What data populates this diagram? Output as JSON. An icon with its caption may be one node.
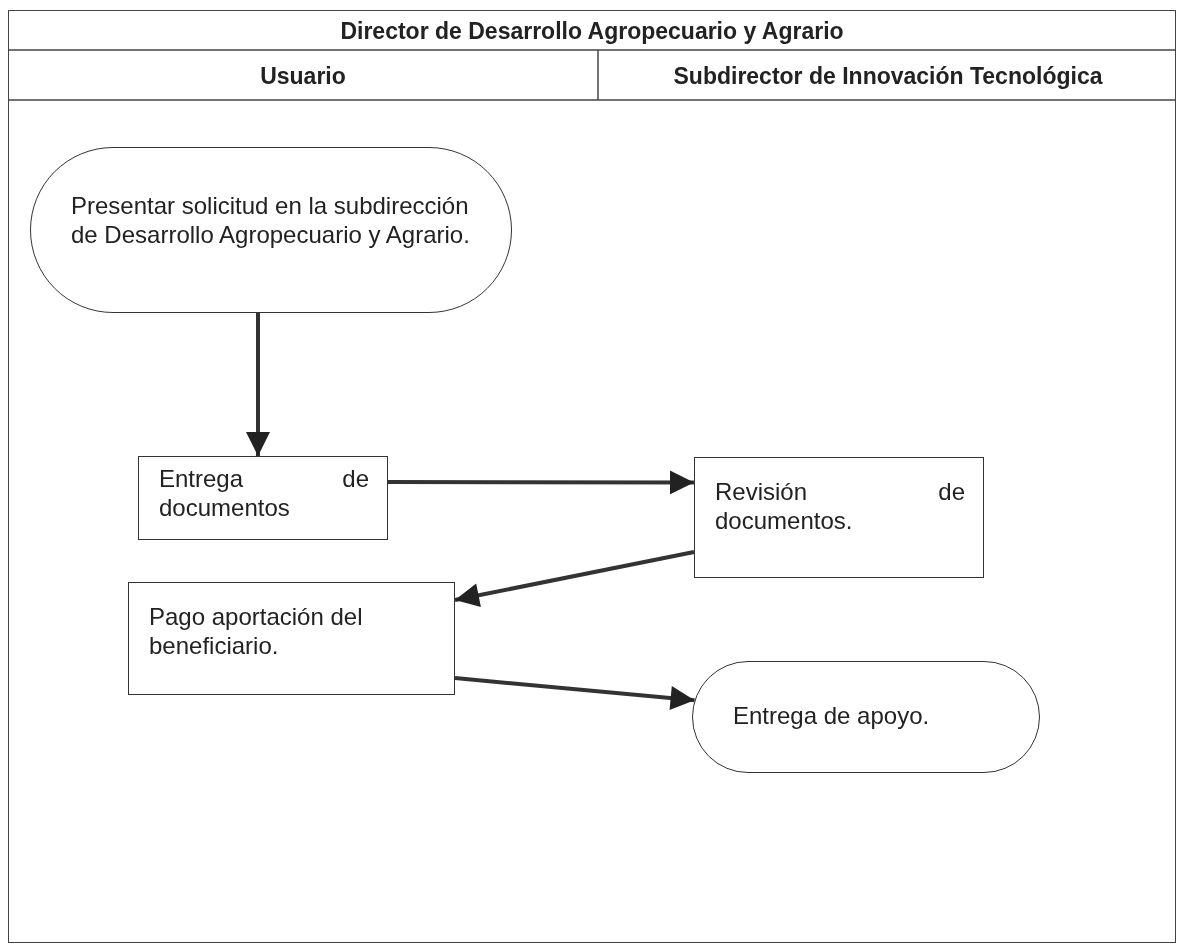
{
  "diagram": {
    "title": "Director de Desarrollo Agropecuario y Agrario",
    "nodes": [
      {
        "text": [
          "Presentar solicitud en la subdirección de Desarrollo Agropecuario y Agrario."
        ]
      },
      {
        "text": [
          "Entrega de documentos"
        ]
      },
      {
        "text": [
          "Revisión de documentos."
        ]
      },
      {
        "text": [
          "Pago aportación del beneficiario."
        ]
      },
      {
        "text": [
          "Entrega de apoyo."
        ]
      }
    ],
    "edges": [
      {
        "from": 0,
        "to": 1,
        "arrow": "to"
      },
      {
        "from": 1,
        "to": 2,
        "arrow": "to"
      },
      {
        "from": 2,
        "to": 3,
        "arrow": "to"
      },
      {
        "from": 3,
        "to": 4,
        "arrow": "to"
      }
    ],
    "labels": [
      "Usuario",
      "Subdirector de Innovación Tecnológica"
    ]
  }
}
